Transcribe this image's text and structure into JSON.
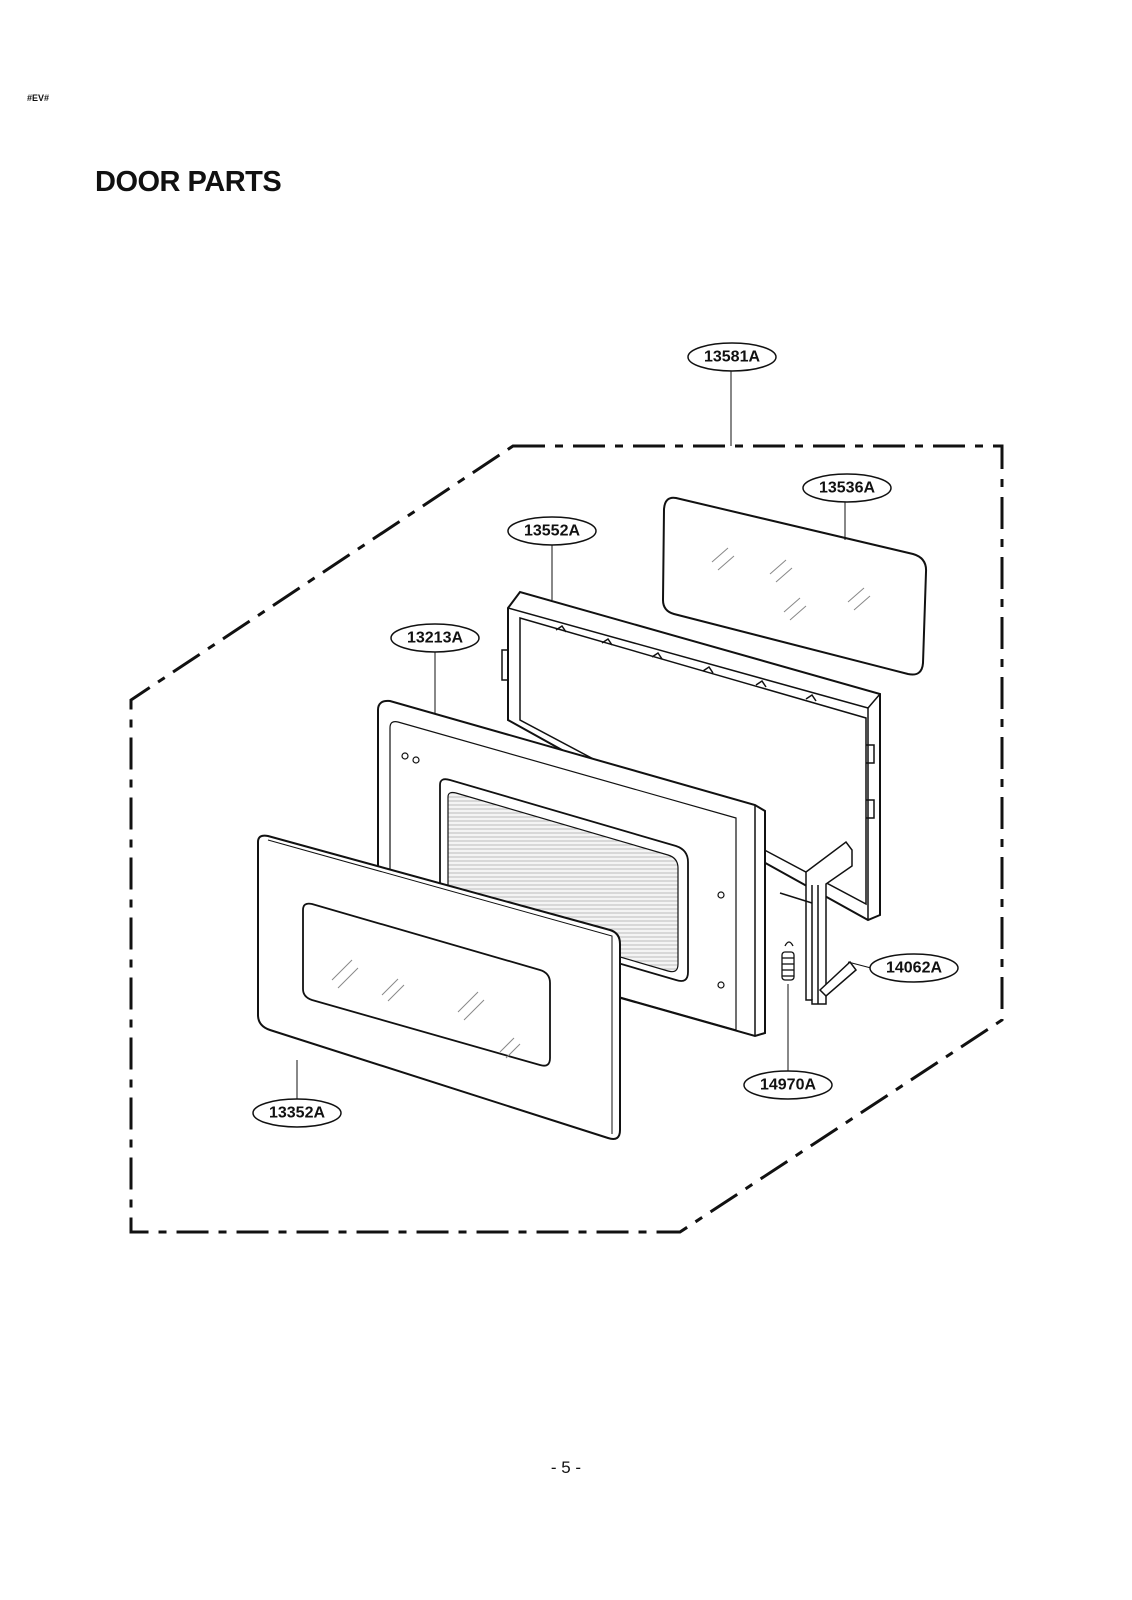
{
  "header": {
    "code_mark": "#EV#",
    "title": "DOOR PARTS"
  },
  "footer": {
    "page_number": "- 5 -"
  },
  "callouts": {
    "assembly": "13581A",
    "glass_panel": "13536A",
    "choke_frame": "13552A",
    "door_frame": "13213A",
    "hook_lever": "14062A",
    "spring": "14970A",
    "door_front": "13352A"
  },
  "colors": {
    "line": "#111111",
    "glass_hatch": "#888888",
    "paper": "#ffffff"
  }
}
